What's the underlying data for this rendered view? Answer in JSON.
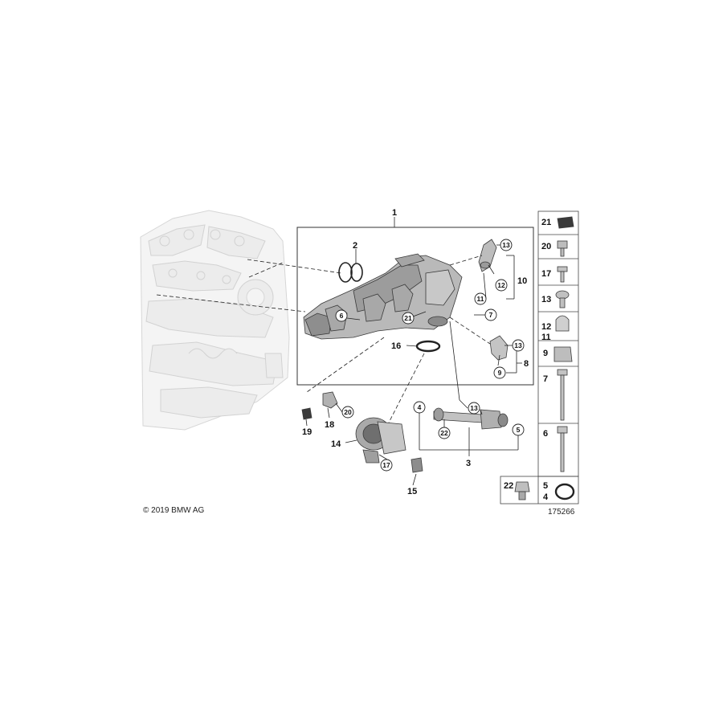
{
  "callouts": {
    "c1": "1",
    "c2": "2",
    "c3": "3",
    "c4": "4",
    "c5": "5",
    "c6": "6",
    "c7": "7",
    "c8": "8",
    "c9": "9",
    "c10": "10",
    "c11": "11",
    "c12": "12",
    "c13": "13",
    "c14": "14",
    "c15": "15",
    "c16": "16",
    "c17": "17",
    "c18": "18",
    "c19": "19",
    "c20": "20",
    "c21": "21",
    "c22": "22"
  },
  "legend": {
    "r21": "21",
    "r20": "20",
    "r17": "17",
    "r13": "13",
    "r12": "12",
    "r11": "11",
    "r9": "9",
    "r7": "7",
    "r6": "6",
    "r5": "5",
    "r4": "4",
    "r22": "22"
  },
  "footer": {
    "copyright": "© 2019 BMW AG",
    "diagram_id": "175266"
  }
}
